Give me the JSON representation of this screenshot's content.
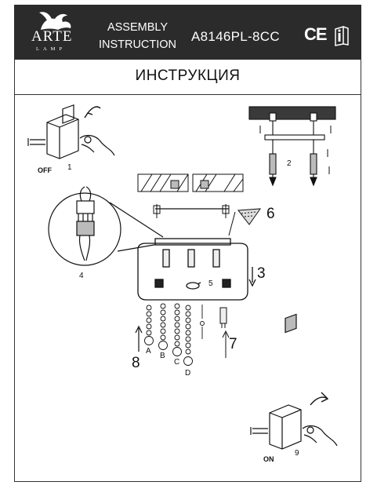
{
  "header": {
    "logo_text": "ARTE",
    "logo_sub": "LAMP",
    "assembly_line1": "ASSEMBLY",
    "assembly_line2": "INSTRUCTION",
    "model": "A8146PL-8CC",
    "ce_mark": "CE",
    "icon_name": "manual-info-icon"
  },
  "title": "ИНСТРУКЦИЯ",
  "steps": {
    "s1": "1",
    "s2": "2",
    "s3": "3",
    "s4": "4",
    "s5": "5",
    "s6": "6",
    "s7": "7",
    "s8": "8",
    "s9": "9",
    "off": "OFF",
    "on": "ON"
  },
  "pendants": {
    "a": "A",
    "b": "B",
    "c": "C",
    "d": "D"
  },
  "colors": {
    "header_bg": "#2b2b2b",
    "ink": "#111111"
  }
}
